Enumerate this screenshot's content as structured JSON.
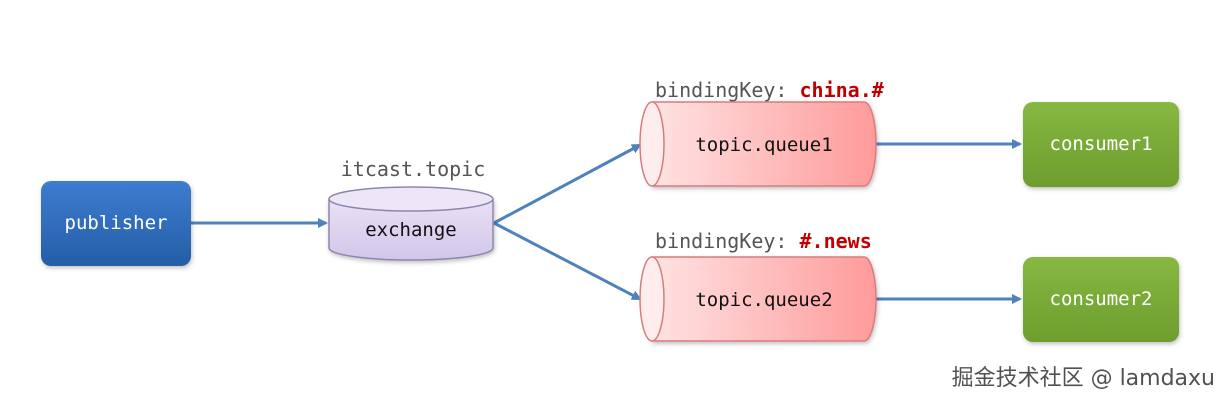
{
  "nodes": {
    "publisher": {
      "label": "publisher"
    },
    "exchange": {
      "label": "exchange",
      "name": "itcast.topic"
    },
    "queue1": {
      "label": "topic.queue1",
      "binding_prefix": "bindingKey: ",
      "binding_key": "china.#"
    },
    "queue2": {
      "label": "topic.queue2",
      "binding_prefix": "bindingKey: ",
      "binding_key": "#.news"
    },
    "consumer1": {
      "label": "consumer1"
    },
    "consumer2": {
      "label": "consumer2"
    }
  },
  "watermark": "掘金技术社区 @ lamdaxu",
  "colors": {
    "publisher_fill": "#2f6cba",
    "consumer_fill": "#7aab36",
    "exchange_fill": "#dcd2ee",
    "queue_fill": "#ff9a9a",
    "arrow": "#4f81bd",
    "binding_key": "#c00000"
  }
}
